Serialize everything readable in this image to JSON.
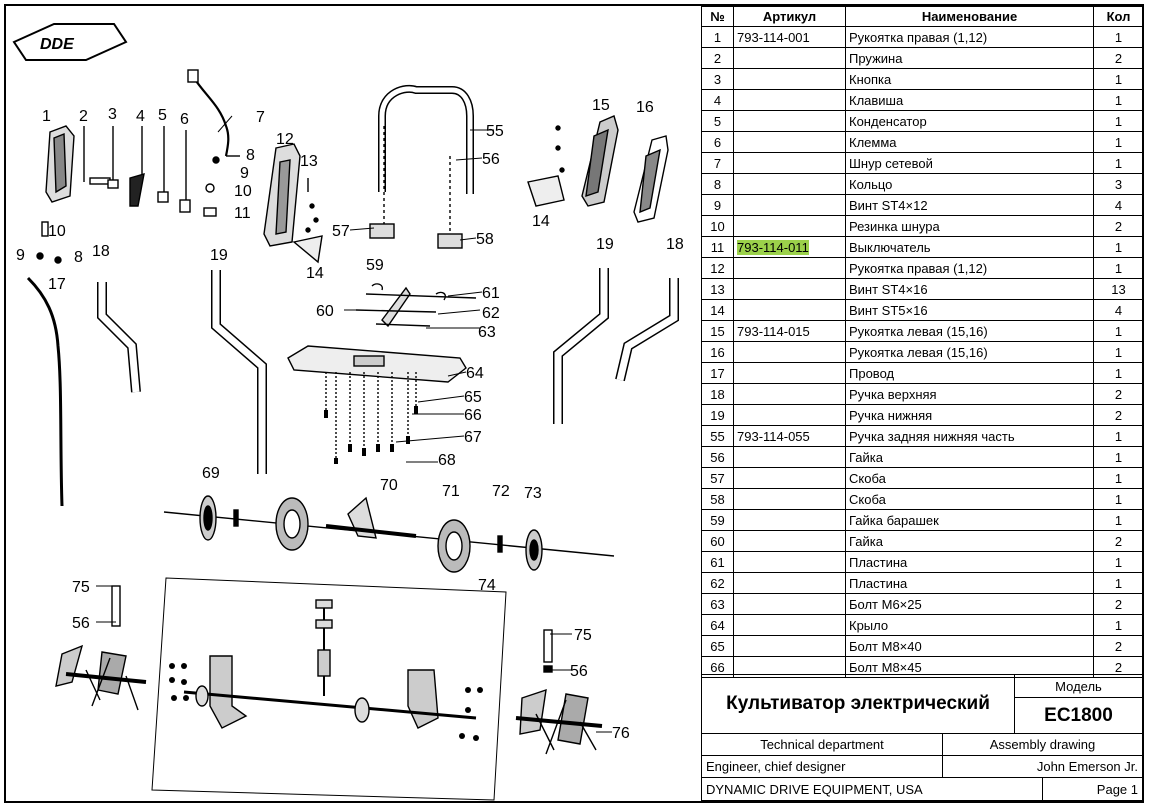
{
  "logo": "DDE",
  "parts_table": {
    "headers": {
      "no": "№",
      "article": "Артикул",
      "name": "Наименование",
      "qty": "Кол"
    },
    "rows": [
      {
        "no": "1",
        "article": "793-114-001",
        "name": "Рукоятка правая (1,12)",
        "qty": "1"
      },
      {
        "no": "2",
        "article": "",
        "name": "Пружина",
        "qty": "2"
      },
      {
        "no": "3",
        "article": "",
        "name": "Кнопка",
        "qty": "1"
      },
      {
        "no": "4",
        "article": "",
        "name": "Клавиша",
        "qty": "1"
      },
      {
        "no": "5",
        "article": "",
        "name": "Конденсатор",
        "qty": "1"
      },
      {
        "no": "6",
        "article": "",
        "name": "Клемма",
        "qty": "1"
      },
      {
        "no": "7",
        "article": "",
        "name": "Шнур сетевой",
        "qty": "1"
      },
      {
        "no": "8",
        "article": "",
        "name": "Кольцо",
        "qty": "3"
      },
      {
        "no": "9",
        "article": "",
        "name": "Винт ST4×12",
        "qty": "4"
      },
      {
        "no": "10",
        "article": "",
        "name": "Резинка шнура",
        "qty": "2"
      },
      {
        "no": "11",
        "article": "793-114-011",
        "name": "Выключатель",
        "qty": "1",
        "highlight": true
      },
      {
        "no": "12",
        "article": "",
        "name": "Рукоятка правая (1,12)",
        "qty": "1"
      },
      {
        "no": "13",
        "article": "",
        "name": "Винт ST4×16",
        "qty": "13"
      },
      {
        "no": "14",
        "article": "",
        "name": "Винт ST5×16",
        "qty": "4"
      },
      {
        "no": "15",
        "article": "793-114-015",
        "name": "Рукоятка левая (15,16)",
        "qty": "1"
      },
      {
        "no": "16",
        "article": "",
        "name": "Рукоятка левая (15,16)",
        "qty": "1"
      },
      {
        "no": "17",
        "article": "",
        "name": "Провод",
        "qty": "1"
      },
      {
        "no": "18",
        "article": "",
        "name": "Ручка верхняя",
        "qty": "2"
      },
      {
        "no": "19",
        "article": "",
        "name": "Ручка нижняя",
        "qty": "2"
      },
      {
        "no": "55",
        "article": "793-114-055",
        "name": "Ручка задняя нижняя часть",
        "qty": "1"
      },
      {
        "no": "56",
        "article": "",
        "name": "Гайка",
        "qty": "1"
      },
      {
        "no": "57",
        "article": "",
        "name": "Скоба",
        "qty": "1"
      },
      {
        "no": "58",
        "article": "",
        "name": "Скоба",
        "qty": "1"
      },
      {
        "no": "59",
        "article": "",
        "name": "Гайка барашек",
        "qty": "1"
      },
      {
        "no": "60",
        "article": "",
        "name": "Гайка",
        "qty": "2"
      },
      {
        "no": "61",
        "article": "",
        "name": "Пластина",
        "qty": "1"
      },
      {
        "no": "62",
        "article": "",
        "name": "Пластина",
        "qty": "1"
      },
      {
        "no": "63",
        "article": "",
        "name": "Болт М6×25",
        "qty": "2"
      },
      {
        "no": "64",
        "article": "",
        "name": "Крыло",
        "qty": "1"
      },
      {
        "no": "65",
        "article": "",
        "name": "Болт М8×40",
        "qty": "2"
      },
      {
        "no": "66",
        "article": "",
        "name": "Болт М8×45",
        "qty": "2"
      }
    ]
  },
  "title_block": {
    "product_name": "Культиватор электрический",
    "model_label": "Модель",
    "model": "EC1800",
    "department": "Technical department",
    "drawing_type": "Assembly drawing",
    "role": "Engineer, chief designer",
    "engineer": "John Emerson Jr.",
    "company": "DYNAMIC DRIVE EQUIPMENT, USA",
    "page": "Page 1"
  },
  "callouts": [
    "1",
    "2",
    "3",
    "4",
    "5",
    "6",
    "7",
    "8",
    "9",
    "10",
    "11",
    "12",
    "13",
    "14",
    "15",
    "16",
    "17",
    "18",
    "19",
    "55",
    "56",
    "57",
    "58",
    "59",
    "60",
    "61",
    "62",
    "63",
    "64",
    "65",
    "66",
    "67",
    "68",
    "69",
    "70",
    "71",
    "72",
    "73",
    "74",
    "75",
    "76"
  ]
}
